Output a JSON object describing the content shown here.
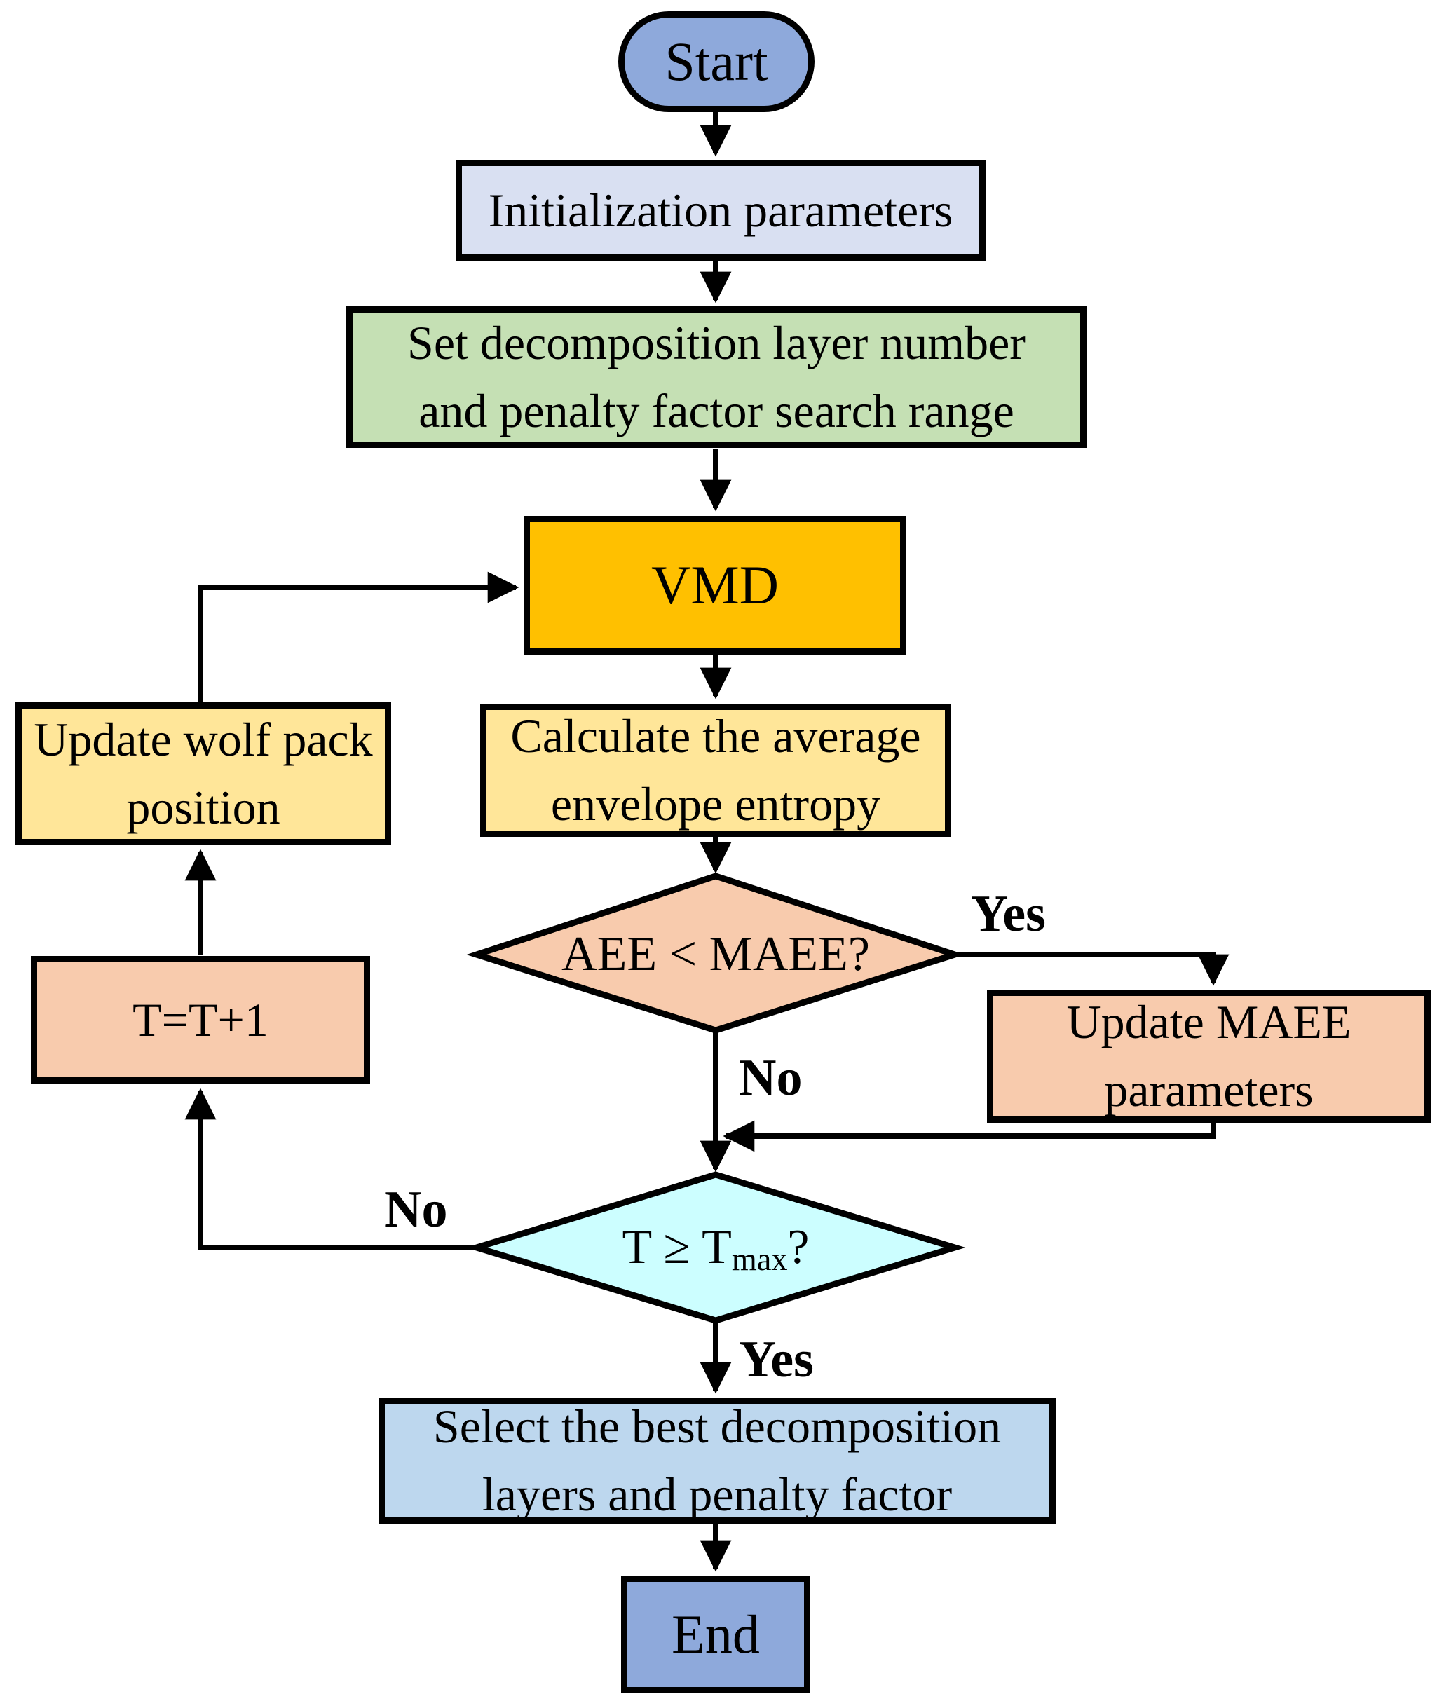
{
  "diagram": {
    "type": "flowchart",
    "background": "#FFFFFF",
    "line_color": "#000000",
    "nodes": {
      "start": {
        "label": "Start",
        "shape": "terminator",
        "fill": "#8EA9DB"
      },
      "init": {
        "label": "Initialization parameters",
        "shape": "process",
        "fill": "#D9E0F2"
      },
      "set_range": {
        "label": "Set decomposition layer number and penalty factor search range",
        "line1": "Set decomposition layer number",
        "line2": "and penalty factor search range",
        "shape": "process",
        "fill": "#C5E0B4"
      },
      "vmd": {
        "label": "VMD",
        "shape": "process",
        "fill": "#FFC000"
      },
      "calc_aee": {
        "label": "Calculate the average envelope entropy",
        "line1": "Calculate the average",
        "line2": "envelope entropy",
        "shape": "process",
        "fill": "#FFE699"
      },
      "aee_check": {
        "label": "AEE < MAEE?",
        "shape": "decision",
        "fill": "#F8CBAD"
      },
      "update_maee": {
        "label": "Update MAEE parameters",
        "line1": "Update MAEE",
        "line2": "parameters",
        "shape": "process",
        "fill": "#F8CBAD"
      },
      "t_check": {
        "label": "T ≥ Tmax?",
        "prefix": "T ≥ T",
        "subscript": "max",
        "suffix": "?",
        "shape": "decision",
        "fill": "#CCFEFF"
      },
      "update_wolf": {
        "label": "Update wolf pack position",
        "line1": "Update wolf pack",
        "line2": "position",
        "shape": "process",
        "fill": "#FFE699"
      },
      "increment_t": {
        "label": "T=T+1",
        "shape": "process",
        "fill": "#F8CBAD"
      },
      "select_best": {
        "label": "Select the best decomposition layers and penalty factor",
        "line1": "Select the best decomposition",
        "line2": "layers and penalty factor",
        "shape": "process",
        "fill": "#BDD7EE"
      },
      "end": {
        "label": "End",
        "shape": "terminator",
        "fill": "#8EA9DB"
      }
    },
    "edge_labels": {
      "aee_yes": "Yes",
      "aee_no": "No",
      "t_no": "No",
      "t_yes": "Yes"
    }
  }
}
